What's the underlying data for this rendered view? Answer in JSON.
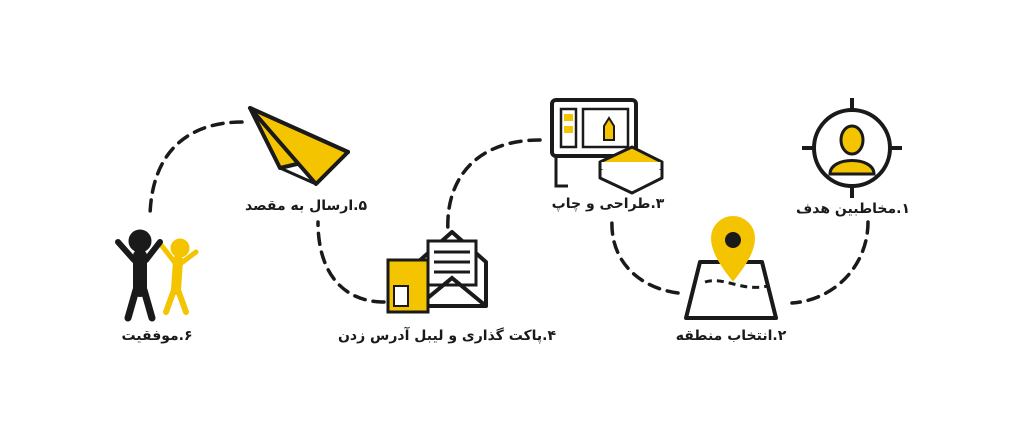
{
  "colors": {
    "accent": "#f5c400",
    "ink": "#1a1a1a",
    "background": "#ffffff"
  },
  "steps": [
    {
      "label": "۱.مخاطبین هدف",
      "icon": "target-person-icon"
    },
    {
      "label": "۲.انتخاب منطقه",
      "icon": "map-pin-icon"
    },
    {
      "label": "۳.طراحی و چاپ",
      "icon": "printer-paper-icon"
    },
    {
      "label": "۴.پاکت گذاری و لیبل آدرس زدن",
      "icon": "envelope-icon"
    },
    {
      "label": "۵.ارسال به مقصد",
      "icon": "paper-plane-icon"
    },
    {
      "label": "۶.موفقیت",
      "icon": "celebrating-people-icon"
    }
  ]
}
